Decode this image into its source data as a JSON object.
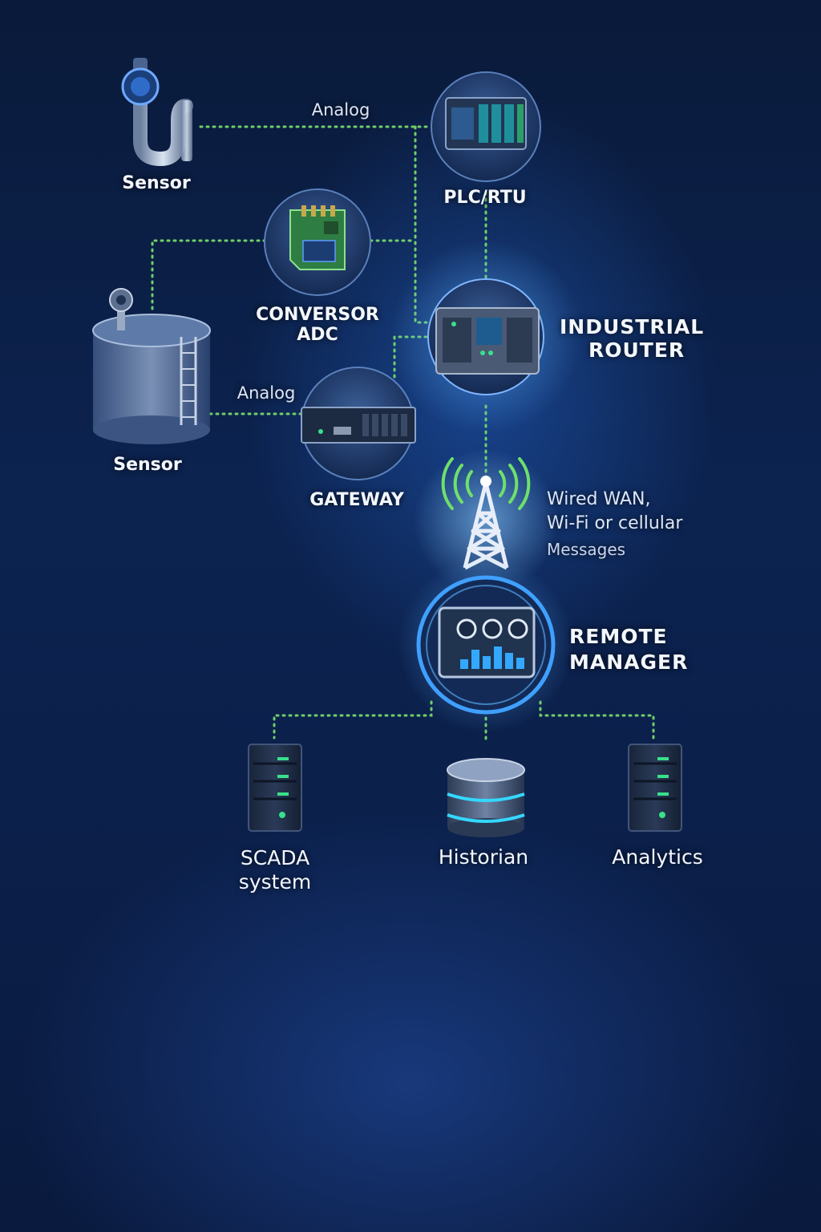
{
  "nodes": {
    "sensor_top": "Sensor",
    "plc": "PLC/RTU",
    "adc": [
      "CONVERSOR",
      "ADC"
    ],
    "router": [
      "INDUSTRIAL",
      "ROUTER"
    ],
    "sensor_tank": "Sensor",
    "gateway": "GATEWAY",
    "remote_manager": [
      "REMOTE",
      "MANAGER"
    ],
    "scada": [
      "SCADA",
      "system"
    ],
    "historian": "Historian",
    "analytics": "Analytics"
  },
  "edges": {
    "analog_top": "Analog",
    "analog_middle": "Analog",
    "wan": [
      "Wired WAN,",
      "Wi-Fi or cellular"
    ],
    "messages": "Messages"
  },
  "colors": {
    "link": "#6fcf6a",
    "accent_blue": "#3fa0ff",
    "led_green": "#38e08a",
    "led_cyan": "#34d8ff"
  },
  "icons": {
    "sensor_top": "water-meter-pipe-icon",
    "plc": "plc-rack-icon",
    "adc": "circuit-chip-icon",
    "router": "industrial-router-icon",
    "sensor_tank": "storage-tank-icon",
    "gateway": "gateway-device-icon",
    "tower": "cell-tower-icon",
    "remote_manager": "dashboard-monitor-icon",
    "scada": "server-icon",
    "historian": "database-icon",
    "analytics": "server-icon"
  }
}
